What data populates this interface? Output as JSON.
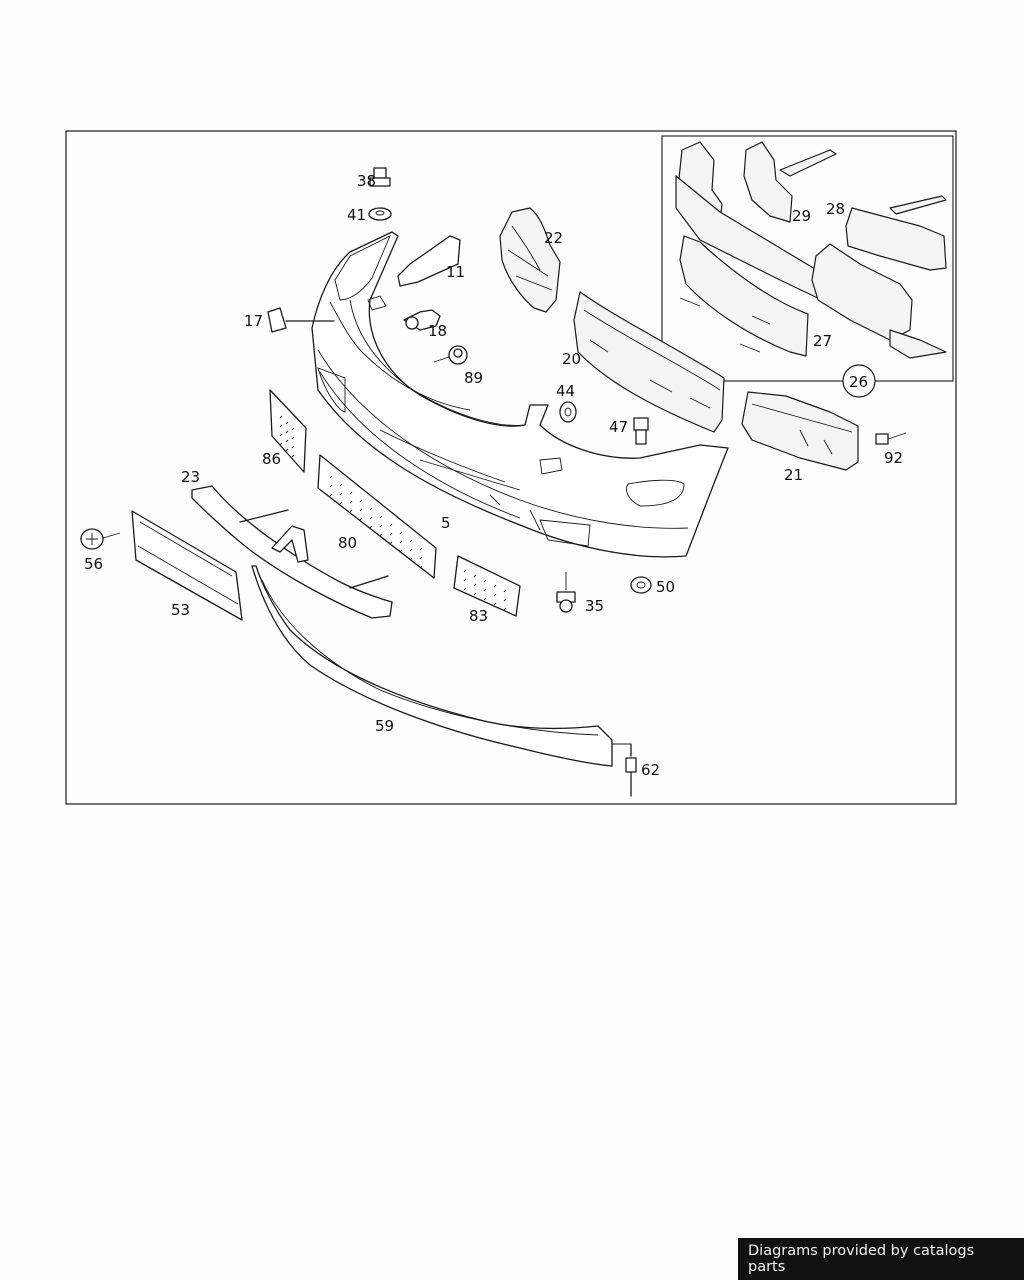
{
  "diagram": {
    "labels": {
      "p38": "38",
      "p41": "41",
      "p11": "11",
      "p17": "17",
      "p18": "18",
      "p89": "89",
      "p22": "22",
      "p20": "20",
      "p44": "44",
      "p47": "47",
      "p86": "86",
      "p23": "23",
      "p5": "5",
      "p80": "80",
      "p56": "56",
      "p53": "53",
      "p83": "83",
      "p35": "35",
      "p50": "50",
      "p59": "59",
      "p62": "62",
      "p21": "21",
      "p92": "92",
      "p29": "29",
      "p28": "28",
      "p27": "27",
      "p26": "26"
    }
  },
  "footer": {
    "credit": "Diagrams provided by catalogs parts"
  }
}
